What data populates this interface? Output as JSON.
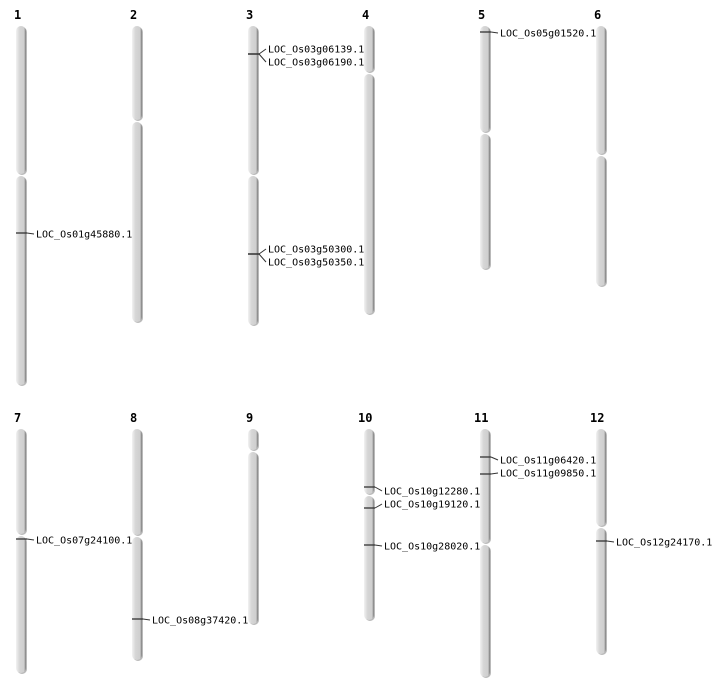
{
  "chromosomes": [
    {
      "label": "1",
      "genes": [
        "LOC_Os01g45880.1"
      ]
    },
    {
      "label": "2",
      "genes": []
    },
    {
      "label": "3",
      "genes": [
        "LOC_Os03g06139.1",
        "LOC_Os03g06190.1",
        "LOC_Os03g50300.1",
        "LOC_Os03g50350.1"
      ]
    },
    {
      "label": "4",
      "genes": []
    },
    {
      "label": "5",
      "genes": [
        "LOC_Os05g01520.1"
      ]
    },
    {
      "label": "6",
      "genes": []
    },
    {
      "label": "7",
      "genes": [
        "LOC_Os07g24100.1"
      ]
    },
    {
      "label": "8",
      "genes": [
        "LOC_Os08g37420.1"
      ]
    },
    {
      "label": "9",
      "genes": []
    },
    {
      "label": "10",
      "genes": [
        "LOC_Os10g12280.1",
        "LOC_Os10g19120.1",
        "LOC_Os10g28020.1"
      ]
    },
    {
      "label": "11",
      "genes": [
        "LOC_Os11g06420.1",
        "LOC_Os11g09850.1"
      ]
    },
    {
      "label": "12",
      "genes": [
        "LOC_Os12g24170.1"
      ]
    }
  ],
  "colors": {
    "chromosome": "#d4d4d4",
    "shadow": "#8a8a8a",
    "marker": "#333333"
  }
}
